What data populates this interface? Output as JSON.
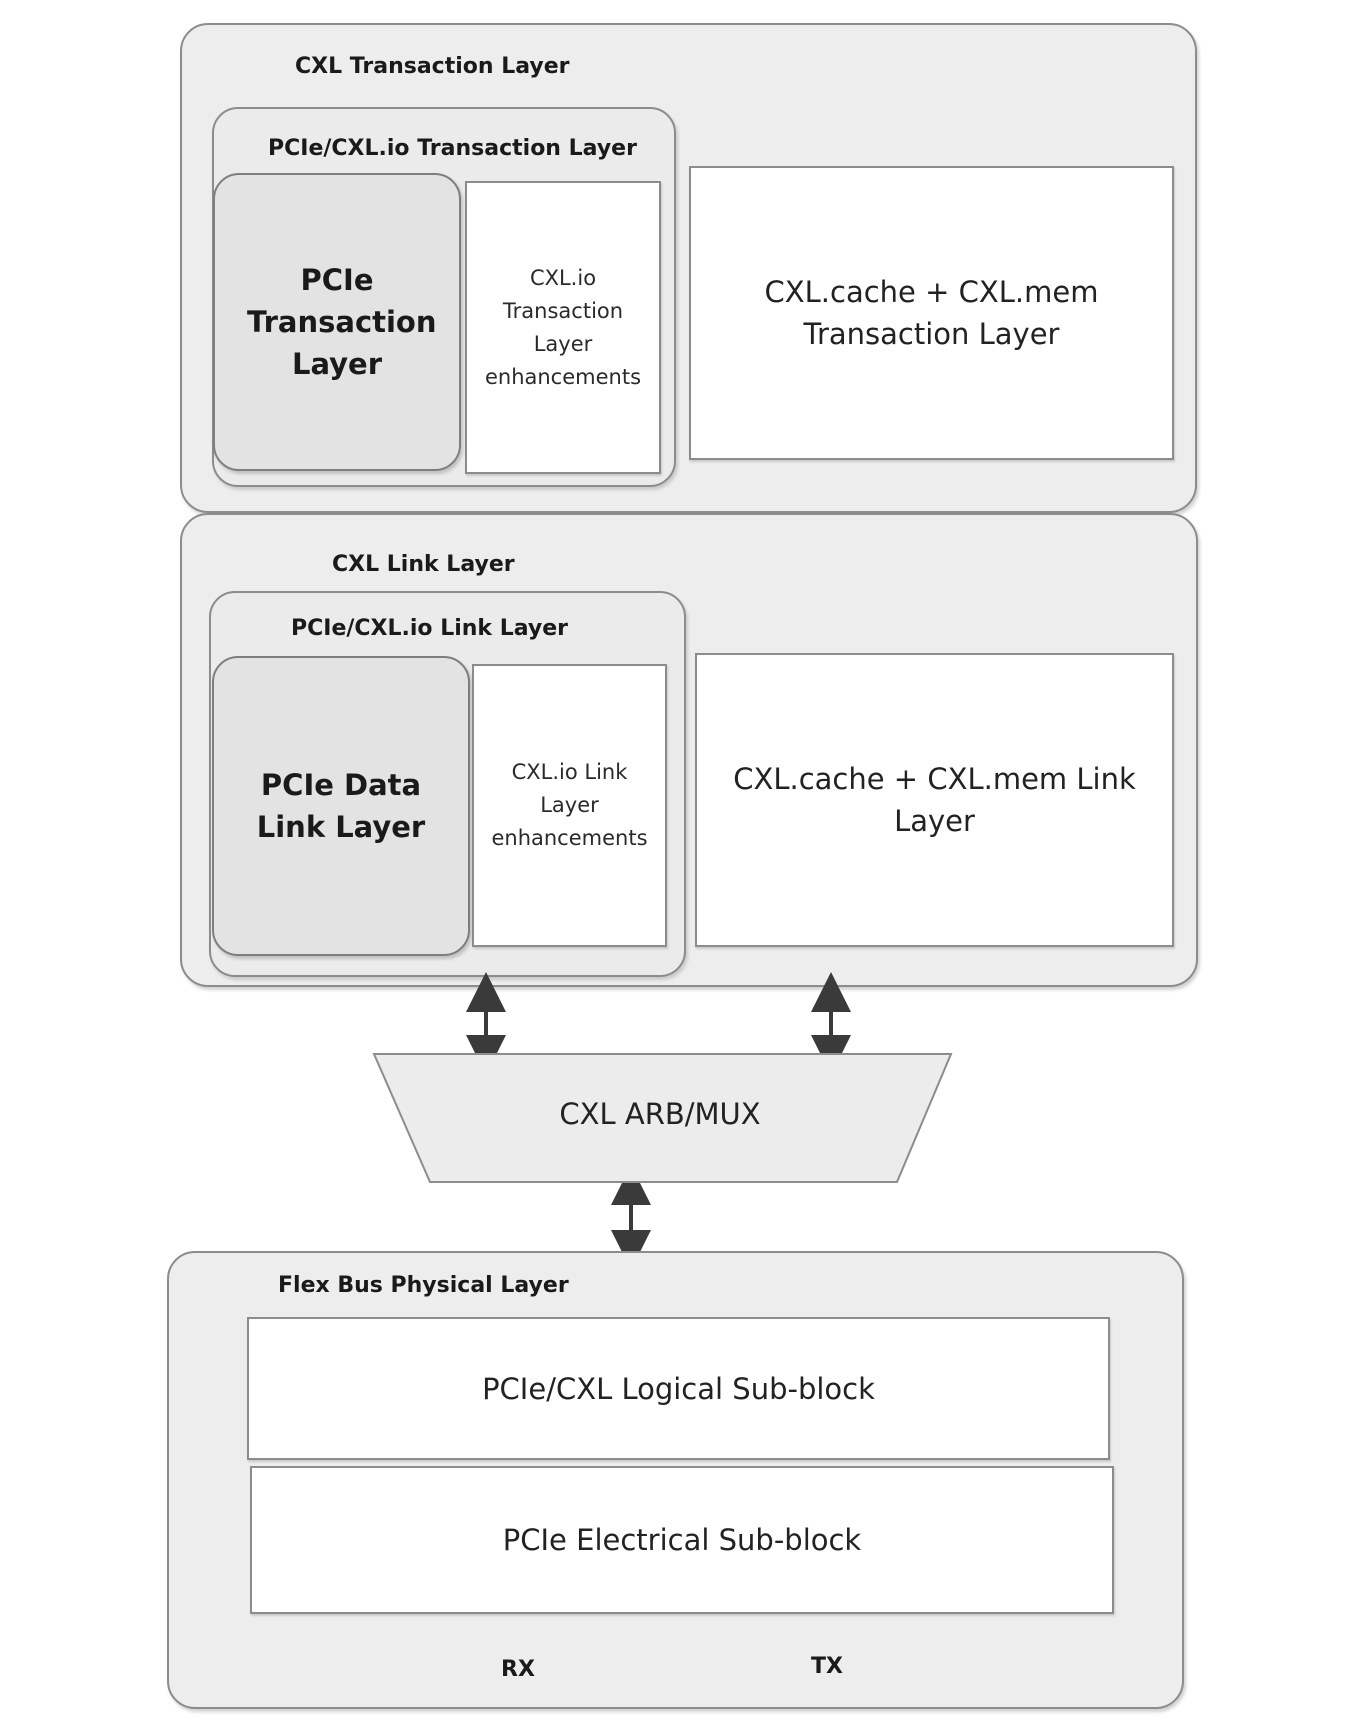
{
  "transaction_layer": {
    "title": "CXL Transaction Layer",
    "pcie_io_group": {
      "title": "PCIe/CXL.io Transaction Layer",
      "pcie_block": "PCIe Transaction Layer",
      "enhancements_block": "CXL.io Transaction Layer enhancements"
    },
    "cache_mem_block": "CXL.cache + CXL.mem Transaction Layer"
  },
  "link_layer": {
    "title": "CXL Link Layer",
    "pcie_io_group": {
      "title": "PCIe/CXL.io Link Layer",
      "pcie_block": "PCIe Data Link Layer",
      "enhancements_block": "CXL.io Link Layer enhancements"
    },
    "cache_mem_block": "CXL.cache + CXL.mem Link Layer"
  },
  "arb_mux": {
    "label": "CXL ARB/MUX"
  },
  "physical_layer": {
    "title": "Flex Bus Physical Layer",
    "logical_block": "PCIe/CXL Logical Sub-block",
    "electrical_block": "PCIe Electrical Sub-block",
    "rx_label": "RX",
    "tx_label": "TX"
  }
}
